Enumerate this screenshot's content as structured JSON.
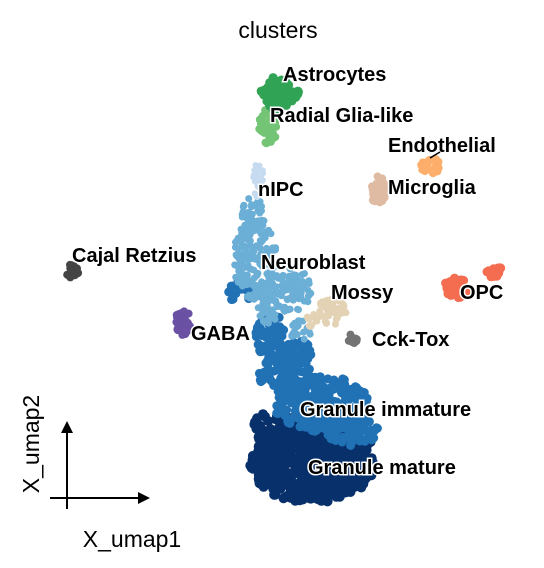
{
  "chart_data": {
    "type": "scatter",
    "title": "clusters",
    "xlabel": "X_umap1",
    "ylabel": "X_umap2",
    "legend": "on data",
    "grid": false,
    "clusters": [
      {
        "name": "Astrocytes",
        "color": "#31a354"
      },
      {
        "name": "Radial Glia-like",
        "color": "#74c476"
      },
      {
        "name": "nIPC",
        "color": "#c6dbef"
      },
      {
        "name": "Neuroblast",
        "color": "#6baed6"
      },
      {
        "name": "Granule immature",
        "color": "#2171b5"
      },
      {
        "name": "Granule mature",
        "color": "#08306b"
      },
      {
        "name": "GABA",
        "color": "#6a51a3"
      },
      {
        "name": "Cajal Retzius",
        "color": "#444444"
      },
      {
        "name": "Mossy",
        "color": "#e4d2b4"
      },
      {
        "name": "Cck-Tox",
        "color": "#737373"
      },
      {
        "name": "Endothelial",
        "color": "#fdae6b"
      },
      {
        "name": "Microglia",
        "color": "#dfbba4"
      },
      {
        "name": "OPC",
        "color": "#f46d50"
      }
    ]
  }
}
